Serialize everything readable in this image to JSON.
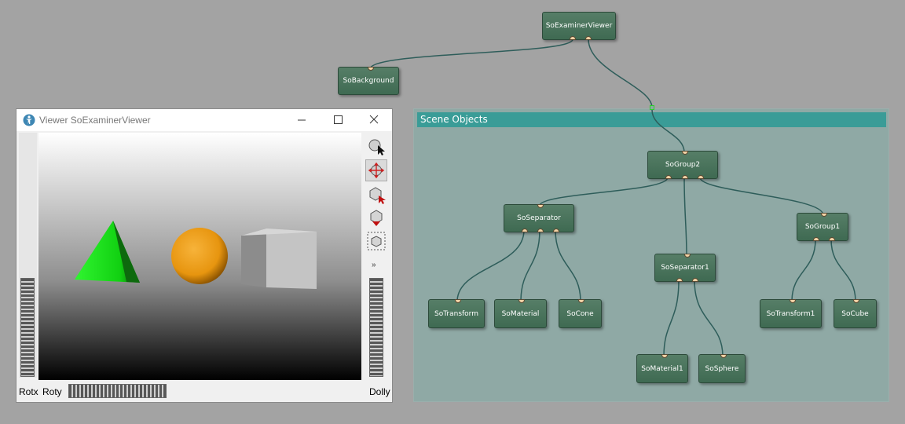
{
  "graph": {
    "group_title": "Scene Objects",
    "nodes": {
      "examiner": "SoExaminerViewer",
      "background": "SoBackground",
      "group2": "SoGroup2",
      "separator": "SoSeparator",
      "group1": "SoGroup1",
      "separator1": "SoSeparator1",
      "transform": "SoTransform",
      "material": "SoMaterial",
      "cone": "SoCone",
      "transform1": "SoTransform1",
      "cube": "SoCube",
      "material1": "SoMaterial1",
      "sphere": "SoSphere"
    }
  },
  "viewer": {
    "title": "Viewer SoExaminerViewer",
    "rotx_label": "Rotx",
    "roty_label": "Roty",
    "dolly_label": "Dolly",
    "more_label": "»",
    "tools": [
      "pick-icon",
      "view-icon",
      "seek-icon",
      "home-icon",
      "view-all-icon"
    ]
  },
  "colors": {
    "node": "#4a7560",
    "group_header": "#3a9c97",
    "group_panel": "#8fa9a5",
    "wire": "#2e5d5a",
    "cone": "#22e022",
    "sphere": "#f0a018",
    "cube": "#b8b8b8"
  }
}
